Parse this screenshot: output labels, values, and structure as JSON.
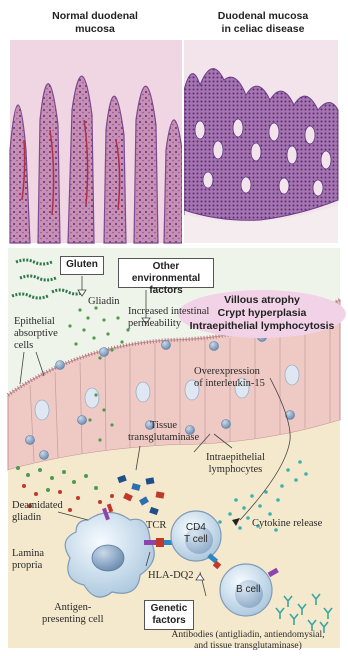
{
  "panels": {
    "normal_title": [
      "Normal duodenal",
      "mucosa"
    ],
    "celiac_title": [
      "Duodenal mucosa",
      "in celiac disease"
    ]
  },
  "boxes": {
    "gluten": "Gluten",
    "environment": [
      "Other environmental",
      "factors"
    ],
    "genetic": [
      "Genetic",
      "factors"
    ]
  },
  "effects": [
    "Villous atrophy",
    "Crypt hyperplasia",
    "Intraepithelial lymphocytosis"
  ],
  "labels": {
    "gliadin": "Gliadin",
    "epithelial": [
      "Epithelial",
      "absorptive",
      "cells"
    ],
    "permeability": [
      "Increased intestinal",
      "permeability"
    ],
    "il15": [
      "Overexpression",
      "of interleukin-15"
    ],
    "transglutaminase": [
      "Tissue",
      "transglutaminase"
    ],
    "iel": [
      "Intraepithelial",
      "lymphocytes"
    ],
    "deamidated": [
      "Deamidated",
      "gliadin"
    ],
    "tcr": "TCR",
    "cd4": [
      "CD4",
      "T cell"
    ],
    "cytokine": "Cytokine release",
    "lamina": [
      "Lamina",
      "propria"
    ],
    "hla": "HLA-DQ2",
    "apc": [
      "Antigen-",
      "presenting cell"
    ],
    "bcell": "B cell",
    "antibodies": [
      "Antibodies (antigliadin, antiendomysial,",
      "and tissue transglutaminase)"
    ]
  },
  "colors": {
    "histology_bg": "#e6c6d6",
    "tissue": "#c98fb3",
    "nuclei": "#5a3a80",
    "lumen": "#eef5ea",
    "epithelium": "#ecc8c4",
    "lamina": "#f3e8c8",
    "tcell": "#cfe1ef",
    "gliadin_dot": "#4f9a4f",
    "cytokine": "#3cb2b0",
    "effects_bg": "#f1d2e6"
  }
}
